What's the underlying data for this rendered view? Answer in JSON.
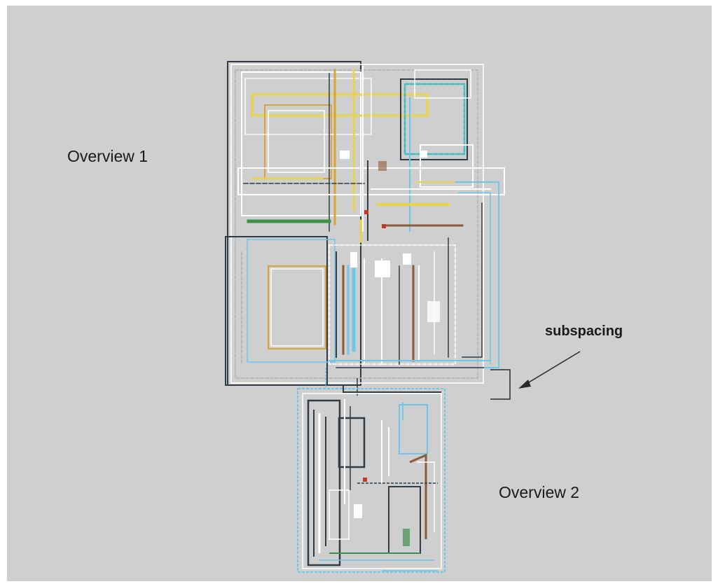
{
  "labels": {
    "overview_1": "Overview 1",
    "overview_2": "Overview 2",
    "subspacing": "subspacing"
  },
  "colors": {
    "background": "#cfcfcf",
    "frame": "#ffffff",
    "dark": "#2f3b45",
    "yellow": "#e8d44a",
    "orange": "#d9a33a",
    "light_blue": "#6ec6e8",
    "cyan": "#3fbfc4",
    "brown": "#8a5a3a",
    "green": "#3f8f4a",
    "white": "#ffffff"
  }
}
